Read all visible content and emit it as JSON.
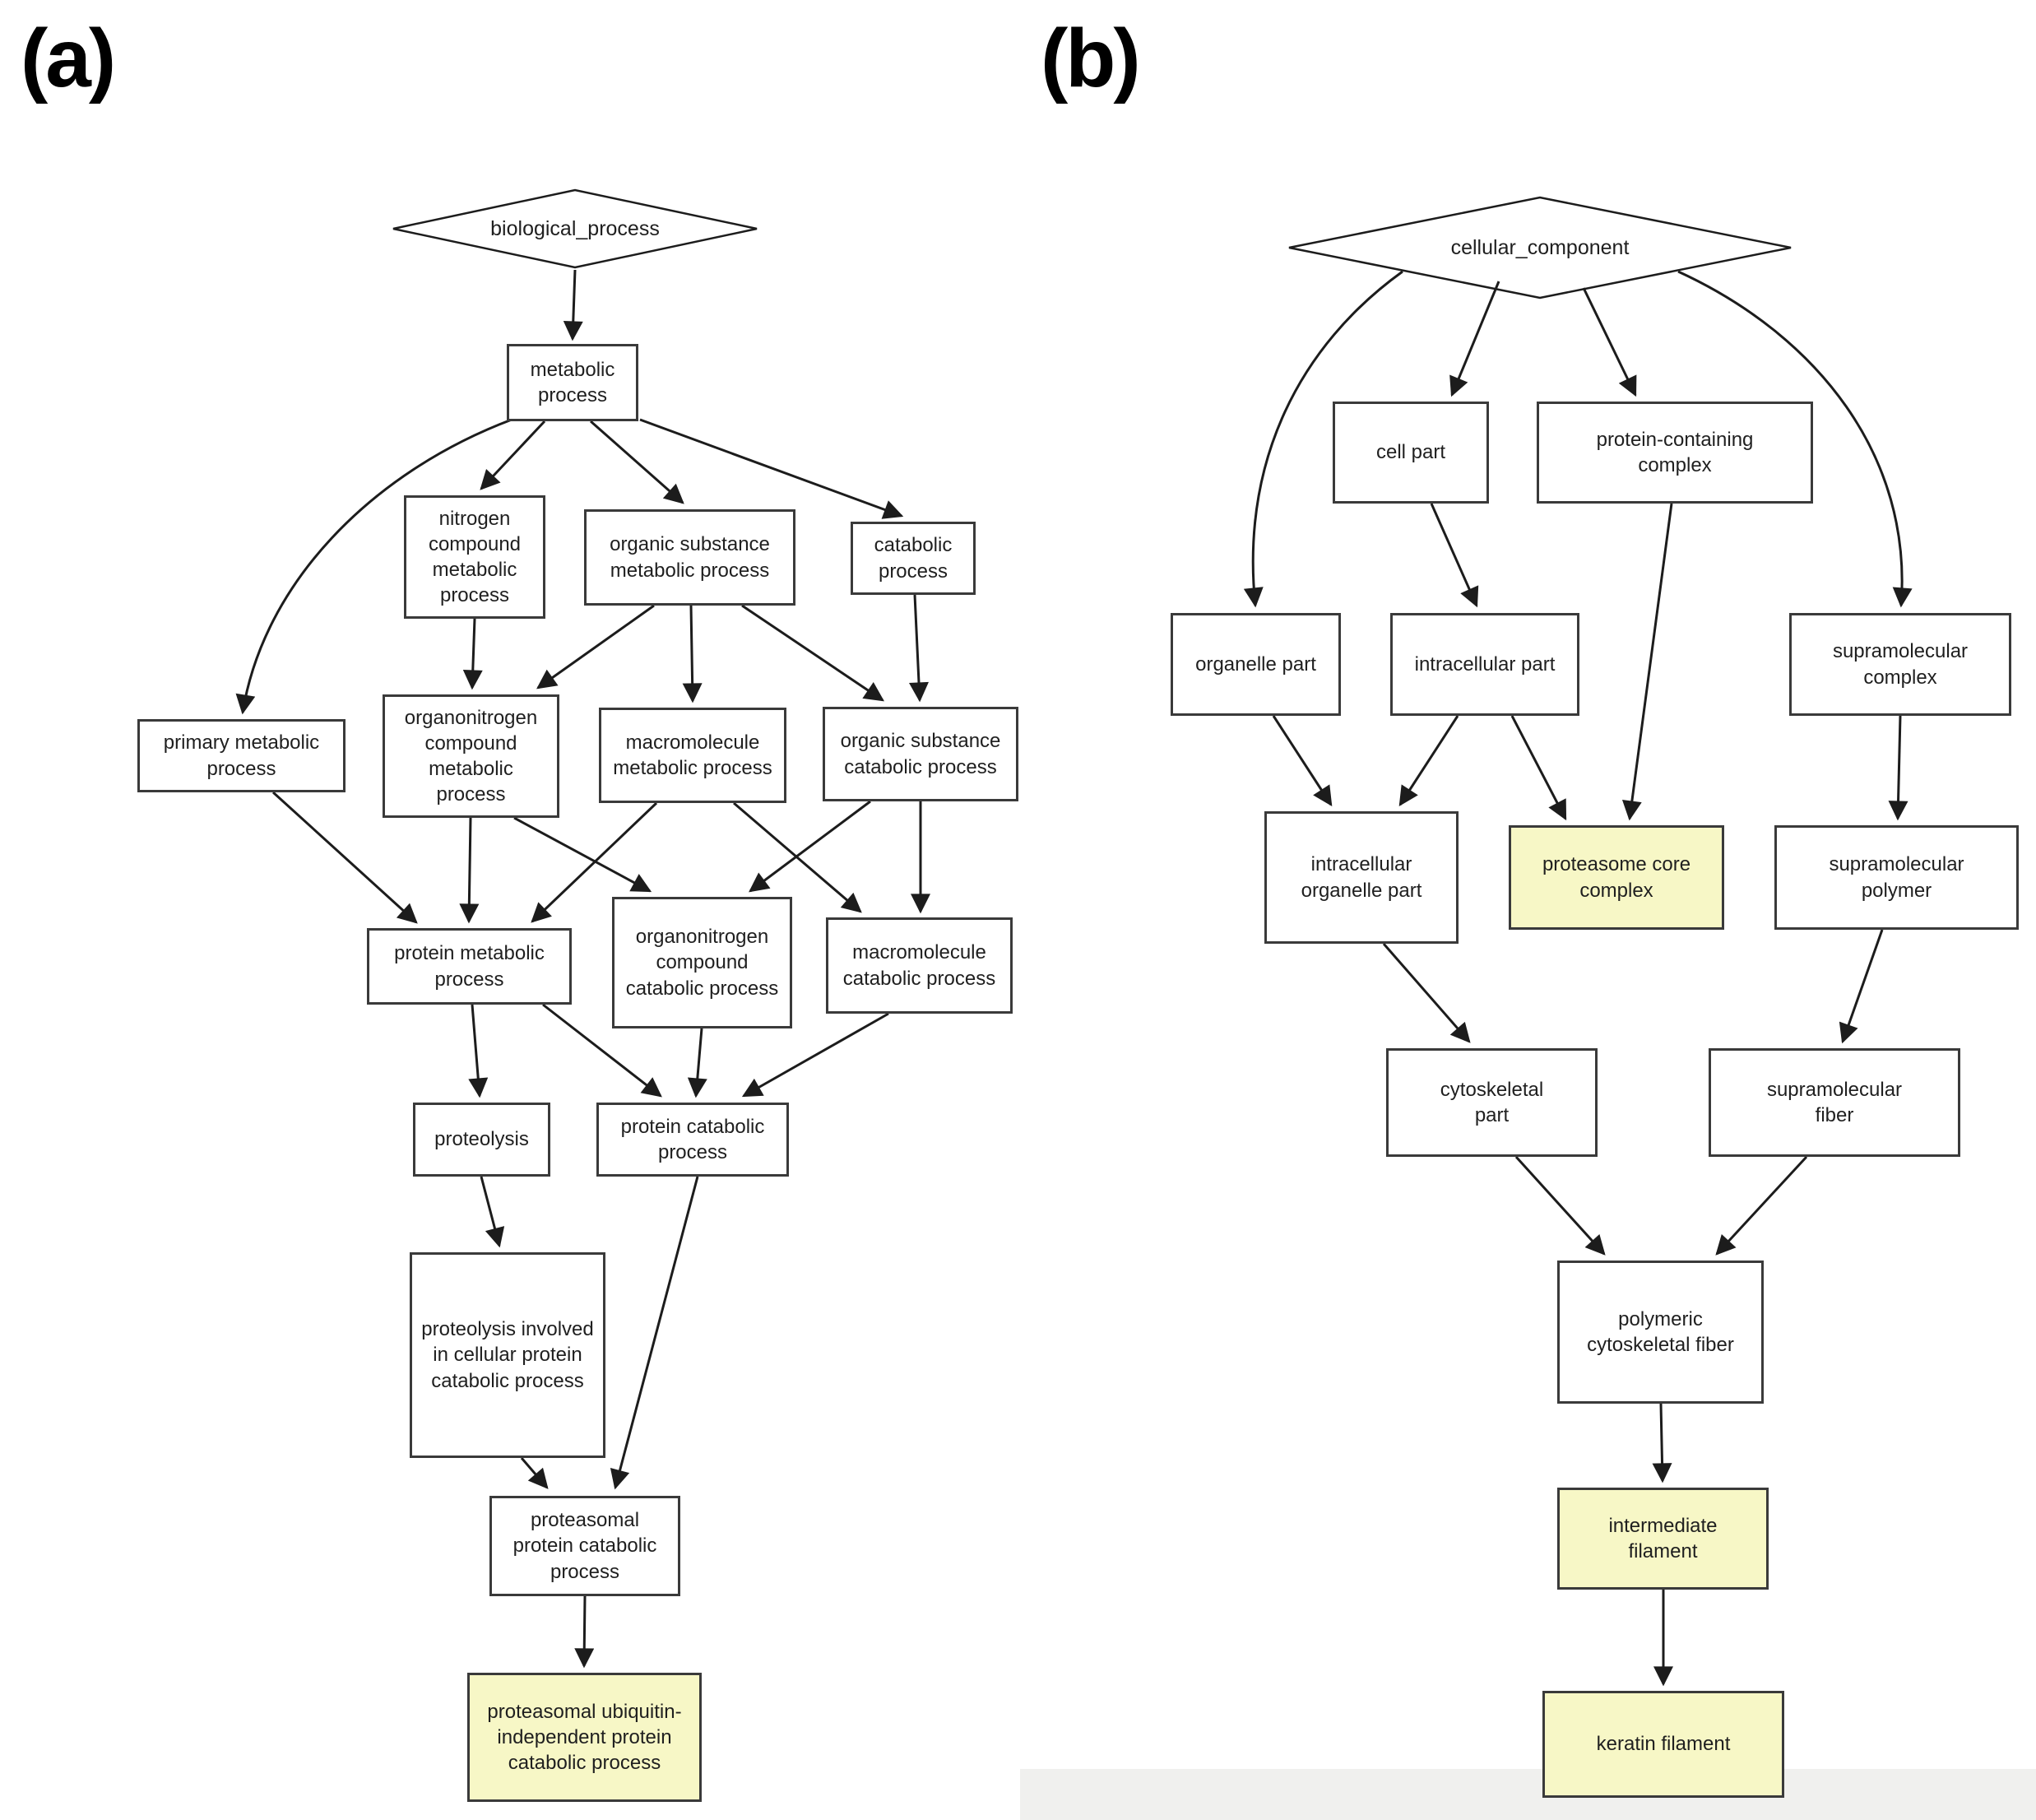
{
  "panels": [
    {
      "label": "(a)",
      "diamond": {
        "label": "biological_process"
      },
      "nodes": [
        {
          "id": "metabolic-process",
          "label": "metabolic process",
          "highlighted": false
        },
        {
          "id": "nitrogen-compound-metabolic-process",
          "label": "nitrogen compound metabolic process",
          "highlighted": false
        },
        {
          "id": "organic-substance-metabolic-process",
          "label": "organic substance metabolic process",
          "highlighted": false
        },
        {
          "id": "catabolic-process",
          "label": "catabolic process",
          "highlighted": false
        },
        {
          "id": "primary-metabolic-process",
          "label": "primary metabolic process",
          "highlighted": false
        },
        {
          "id": "organonitrogen-compound-metabolic-process",
          "label": "organonitrogen compound metabolic process",
          "highlighted": false
        },
        {
          "id": "macromolecule-metabolic-process",
          "label": "macromolecule metabolic process",
          "highlighted": false
        },
        {
          "id": "organic-substance-catabolic-process",
          "label": "organic substance catabolic process",
          "highlighted": false
        },
        {
          "id": "protein-metabolic-process",
          "label": "protein metabolic process",
          "highlighted": false
        },
        {
          "id": "organonitrogen-compound-catabolic-process",
          "label": "organonitrogen compound catabolic process",
          "highlighted": false
        },
        {
          "id": "macromolecule-catabolic-process",
          "label": "macromolecule catabolic process",
          "highlighted": false
        },
        {
          "id": "proteolysis",
          "label": "proteolysis",
          "highlighted": false
        },
        {
          "id": "protein-catabolic-process",
          "label": "protein catabolic process",
          "highlighted": false
        },
        {
          "id": "proteolysis-involved-in-cellular-protein-catabolic-process",
          "label": "proteolysis involved in cellular protein catabolic process",
          "highlighted": false
        },
        {
          "id": "proteasomal-protein-catabolic-process",
          "label": "proteasomal protein catabolic process",
          "highlighted": false
        },
        {
          "id": "proteasomal-ubiquitin-independent-protein-catabolic-process",
          "label": "proteasomal ubiquitin-independent protein catabolic process",
          "highlighted": true
        }
      ],
      "edges": [
        [
          "biological_process",
          "metabolic process"
        ],
        [
          "metabolic process",
          "primary metabolic process"
        ],
        [
          "metabolic process",
          "nitrogen compound metabolic process"
        ],
        [
          "metabolic process",
          "organic substance metabolic process"
        ],
        [
          "metabolic process",
          "catabolic process"
        ],
        [
          "nitrogen compound metabolic process",
          "organonitrogen compound metabolic process"
        ],
        [
          "organic substance metabolic process",
          "organonitrogen compound metabolic process"
        ],
        [
          "organic substance metabolic process",
          "macromolecule metabolic process"
        ],
        [
          "organic substance metabolic process",
          "organic substance catabolic process"
        ],
        [
          "catabolic process",
          "organic substance catabolic process"
        ],
        [
          "primary metabolic process",
          "protein metabolic process"
        ],
        [
          "organonitrogen compound metabolic process",
          "protein metabolic process"
        ],
        [
          "macromolecule metabolic process",
          "protein metabolic process"
        ],
        [
          "organonitrogen compound metabolic process",
          "organonitrogen compound catabolic process"
        ],
        [
          "organic substance catabolic process",
          "organonitrogen compound catabolic process"
        ],
        [
          "macromolecule metabolic process",
          "macromolecule catabolic process"
        ],
        [
          "organic substance catabolic process",
          "macromolecule catabolic process"
        ],
        [
          "protein metabolic process",
          "proteolysis"
        ],
        [
          "protein metabolic process",
          "protein catabolic process"
        ],
        [
          "organonitrogen compound catabolic process",
          "protein catabolic process"
        ],
        [
          "macromolecule catabolic process",
          "protein catabolic process"
        ],
        [
          "proteolysis",
          "proteolysis involved in cellular protein catabolic process"
        ],
        [
          "proteolysis involved in cellular protein catabolic process",
          "proteasomal protein catabolic process"
        ],
        [
          "protein catabolic process",
          "proteasomal protein catabolic process"
        ],
        [
          "proteasomal protein catabolic process",
          "proteasomal ubiquitin-independent protein catabolic process"
        ]
      ]
    },
    {
      "label": "(b)",
      "diamond": {
        "label": "cellular_component"
      },
      "nodes": [
        {
          "id": "cell-part",
          "label": "cell part",
          "highlighted": false
        },
        {
          "id": "protein-containing-complex",
          "label": "protein-containing complex",
          "highlighted": false
        },
        {
          "id": "organelle-part",
          "label": "organelle part",
          "highlighted": false
        },
        {
          "id": "intracellular-part",
          "label": "intracellular part",
          "highlighted": false
        },
        {
          "id": "supramolecular-complex",
          "label": "supramolecular complex",
          "highlighted": false
        },
        {
          "id": "intracellular-organelle-part",
          "label": "intracellular organelle part",
          "highlighted": false
        },
        {
          "id": "proteasome-core-complex",
          "label": "proteasome core complex",
          "highlighted": true
        },
        {
          "id": "supramolecular-polymer",
          "label": "supramolecular polymer",
          "highlighted": false
        },
        {
          "id": "cytoskeletal-part",
          "label": "cytoskeletal part",
          "highlighted": false
        },
        {
          "id": "supramolecular-fiber",
          "label": "supramolecular fiber",
          "highlighted": false
        },
        {
          "id": "polymeric-cytoskeletal-fiber",
          "label": "polymeric cytoskeletal fiber",
          "highlighted": false
        },
        {
          "id": "intermediate-filament",
          "label": "intermediate filament",
          "highlighted": true
        },
        {
          "id": "keratin-filament",
          "label": "keratin filament",
          "highlighted": true
        }
      ],
      "edges": [
        [
          "cellular_component",
          "cell part"
        ],
        [
          "cellular_component",
          "protein-containing complex"
        ],
        [
          "cellular_component",
          "organelle part"
        ],
        [
          "cellular_component",
          "supramolecular complex"
        ],
        [
          "cell part",
          "intracellular part"
        ],
        [
          "organelle part",
          "intracellular organelle part"
        ],
        [
          "intracellular part",
          "intracellular organelle part"
        ],
        [
          "intracellular part",
          "proteasome core complex"
        ],
        [
          "protein-containing complex",
          "proteasome core complex"
        ],
        [
          "supramolecular complex",
          "supramolecular polymer"
        ],
        [
          "intracellular organelle part",
          "cytoskeletal part"
        ],
        [
          "supramolecular polymer",
          "supramolecular fiber"
        ],
        [
          "cytoskeletal part",
          "polymeric cytoskeletal fiber"
        ],
        [
          "supramolecular fiber",
          "polymeric cytoskeletal fiber"
        ],
        [
          "polymeric cytoskeletal fiber",
          "intermediate filament"
        ],
        [
          "intermediate filament",
          "keratin filament"
        ]
      ]
    }
  ],
  "colors": {
    "highlight": "#f7f7c6",
    "node_background": "#ffffff",
    "node_border": "#3a3a3a",
    "edge": "#1c1c1c",
    "text": "#1f1f1f",
    "page_background": "#ffffff",
    "artifact_strip": "#f0f0ee"
  }
}
